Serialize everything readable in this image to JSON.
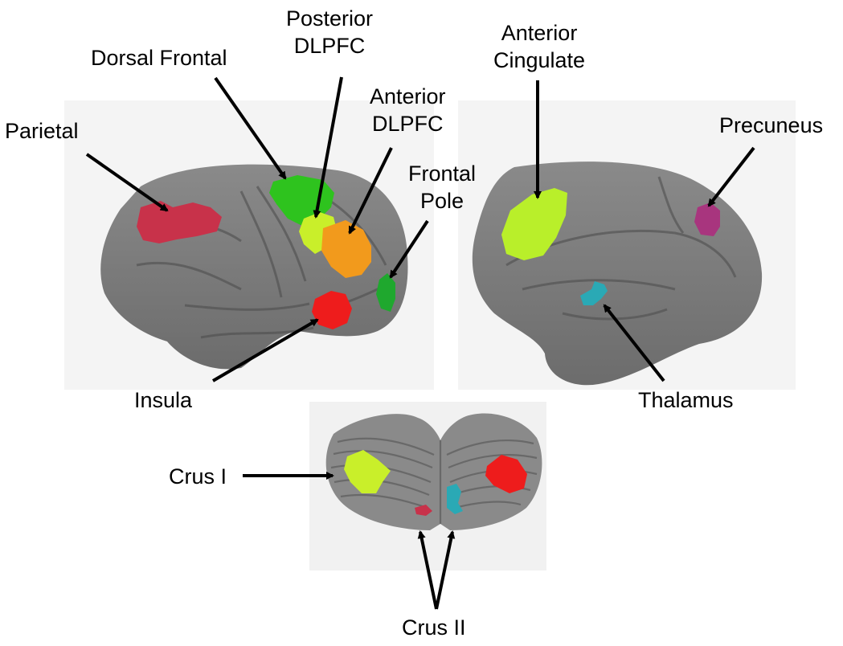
{
  "labels": {
    "parietal": "Parietal",
    "dorsal_frontal": "Dorsal Frontal",
    "posterior_dlpfc": [
      "Posterior",
      "DLPFC"
    ],
    "anterior_dlpfc": [
      "Anterior",
      "DLPFC"
    ],
    "frontal_pole": [
      "Frontal",
      "Pole"
    ],
    "insula": "Insula",
    "anterior_cingulate": [
      "Anterior",
      "Cingulate"
    ],
    "precuneus": "Precuneus",
    "thalamus": "Thalamus",
    "crus_i": "Crus I",
    "crus_ii": "Crus II"
  },
  "colors": {
    "cortex": "#7a7a7a",
    "parietal": "#c8324a",
    "dorsal_frontal": "#2ec31e",
    "posterior_dlpfc": "#c9ef2a",
    "anterior_dlpfc": "#f29a1c",
    "frontal_pole": "#1fa82e",
    "insula": "#ee1c1c",
    "anterior_cingulate": "#b9ef2a",
    "precuneus": "#a8357e",
    "thalamus": "#2aa9b5"
  }
}
